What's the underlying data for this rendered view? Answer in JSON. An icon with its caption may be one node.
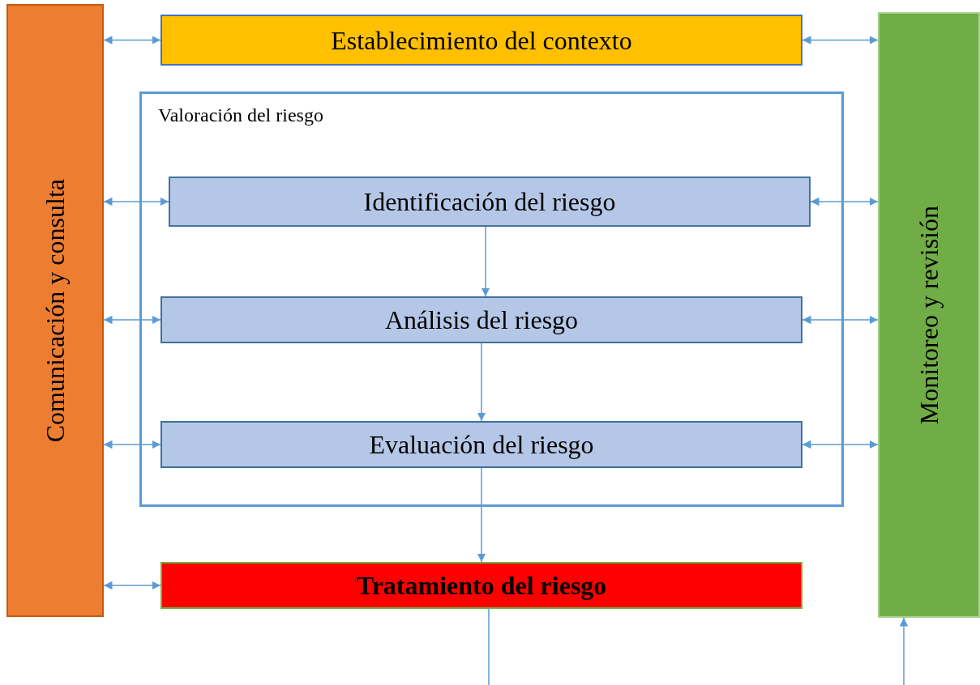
{
  "diagram": {
    "nodes": [
      {
        "text": [
          "Comunicación y consulta"
        ]
      },
      {
        "text": [
          "Establecimiento del contexto"
        ]
      },
      {
        "text": [
          "Valoración del riesgo"
        ]
      },
      {
        "text": [
          "Identificación del riesgo"
        ],
        "in": 2
      },
      {
        "text": [
          "Análisis del riesgo"
        ],
        "in": 2
      },
      {
        "text": [
          "Evaluación del riesgo"
        ],
        "in": 2
      },
      {
        "text": [
          "Tratamiento del riesgo"
        ]
      },
      {
        "text": [
          "Monitoreo y revisión"
        ]
      }
    ],
    "edges": [
      {
        "from": 0,
        "to": 1,
        "arrow": "both"
      },
      {
        "from": 1,
        "to": 7,
        "arrow": "both"
      },
      {
        "from": 0,
        "to": 3,
        "arrow": "both"
      },
      {
        "from": 3,
        "to": 7,
        "arrow": "both"
      },
      {
        "from": 3,
        "to": 4,
        "arrow": "to"
      },
      {
        "from": 0,
        "to": 4,
        "arrow": "both"
      },
      {
        "from": 4,
        "to": 7,
        "arrow": "both"
      },
      {
        "from": 4,
        "to": 5,
        "arrow": "to"
      },
      {
        "from": 0,
        "to": 5,
        "arrow": "both"
      },
      {
        "from": 5,
        "to": 7,
        "arrow": "both"
      },
      {
        "from": 5,
        "to": 6,
        "arrow": "to"
      },
      {
        "from": 0,
        "to": 6,
        "arrow": "both"
      },
      {
        "from": 6,
        "to": null,
        "arrow": "none"
      },
      {
        "from": null,
        "to": 7,
        "arrow": "to"
      }
    ]
  }
}
